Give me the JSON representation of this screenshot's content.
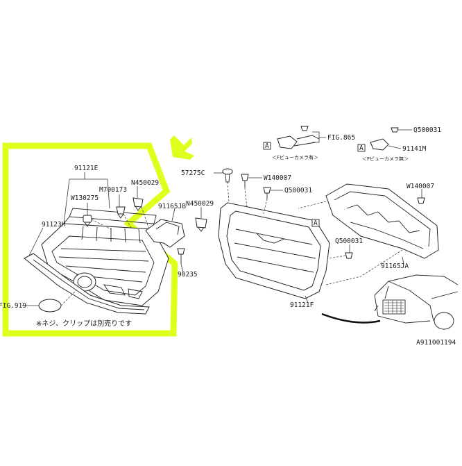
{
  "colors": {
    "highlight": "#dfff1c",
    "line": "#222222",
    "callout_curve": "#111111"
  },
  "labels": {
    "p91121E": "91121E",
    "pM700173": "M700173",
    "pN450029a": "N450029",
    "pW130275": "W130275",
    "p91123H": "91123H",
    "pFIG919": "FIG.919",
    "p57275C": "57275C",
    "pW140007a": "W140007",
    "pQ500031a": "Q500031",
    "p91165JB": "91165JB",
    "pN450029b": "N450029",
    "p90235": "90235",
    "p91121F": "91121F",
    "pQ500031b": "Q500031",
    "p91165JA": "91165JA",
    "pW140007b": "W140007",
    "pFIG865": "FIG.865",
    "pQ500031c": "Q500031",
    "p91141M": "91141M",
    "refA1": "A",
    "refA2": "A",
    "refA3": "A",
    "cameraWith": "＜Fビューカメラ有＞",
    "cameraWithout": "＜Fビューカメラ無＞",
    "note": "※ネジ、クリップは別売りです",
    "diagramId": "A911001194"
  },
  "icons": {
    "arrow": "arrow-icon",
    "car": "car-icon"
  }
}
